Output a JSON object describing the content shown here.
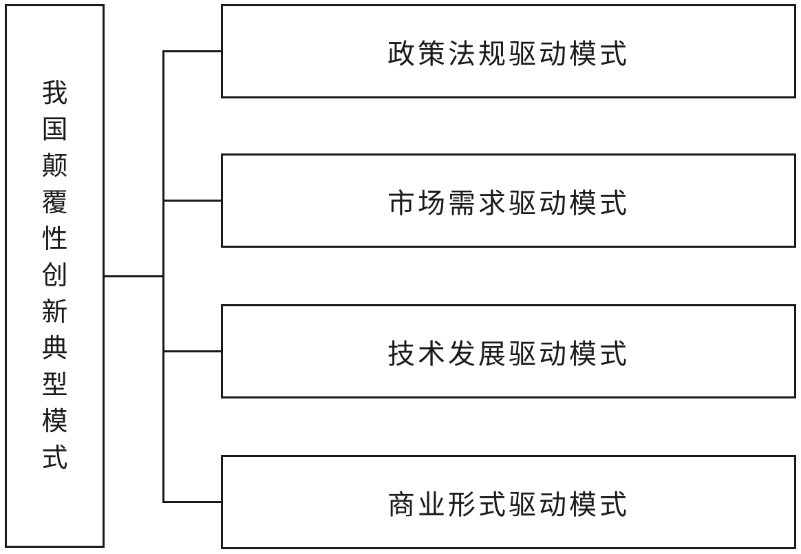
{
  "diagram": {
    "type": "tree",
    "root": {
      "label": "我国颠覆性创新典型模式",
      "orientation": "vertical"
    },
    "branches": [
      {
        "label": "政策法规驱动模式"
      },
      {
        "label": "市场需求驱动模式"
      },
      {
        "label": "技术发展驱动模式"
      },
      {
        "label": "商业形式驱动模式"
      }
    ],
    "colors": {
      "line": "#1a1a1a",
      "text": "#1a1a1a",
      "background": "#ffffff"
    }
  }
}
